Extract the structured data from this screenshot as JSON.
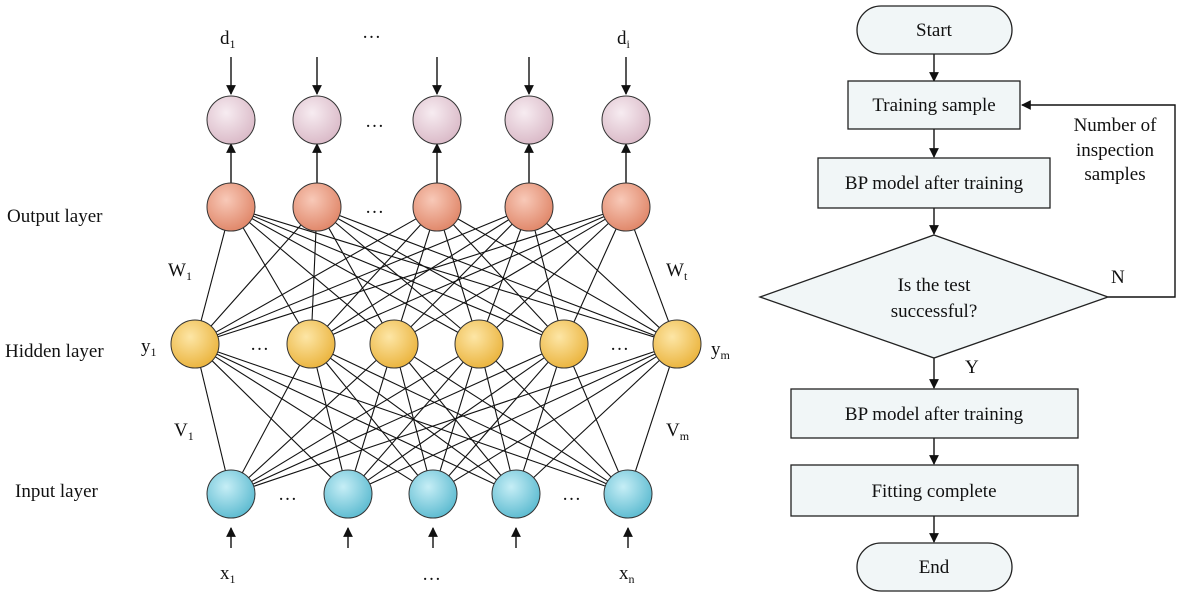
{
  "network": {
    "layers": {
      "output": "Output layer",
      "hidden": "Hidden layer",
      "input": "Input layer"
    },
    "labels": {
      "d_first": "d",
      "d_first_sub": "1",
      "d_last": "d",
      "d_last_sub": "i",
      "w_first": "W",
      "w_first_sub": "1",
      "w_last": "W",
      "w_last_sub": "t",
      "y_first": "y",
      "y_first_sub": "1",
      "y_last": "y",
      "y_last_sub": "m",
      "v_first": "V",
      "v_first_sub": "1",
      "v_last": "V",
      "v_last_sub": "m",
      "x_first": "x",
      "x_first_sub": "1",
      "x_last": "x",
      "x_last_sub": "n",
      "ellipsis": "…"
    },
    "colors": {
      "top_nodes": "#ebd2dc",
      "output_nodes": "#ef9e84",
      "hidden_nodes": "#f5c95a",
      "input_nodes": "#7ccfe0"
    }
  },
  "flowchart": {
    "start": "Start",
    "training_sample": "Training sample",
    "bp_model_1": "BP model after training",
    "decision_line1": "Is the test",
    "decision_line2": "successful?",
    "no_label": "N",
    "yes_label": "Y",
    "loop_note_line1": "Number of",
    "loop_note_line2": "inspection",
    "loop_note_line3": "samples",
    "bp_model_2": "BP model after training",
    "fitting_complete": "Fitting complete",
    "end": "End"
  }
}
